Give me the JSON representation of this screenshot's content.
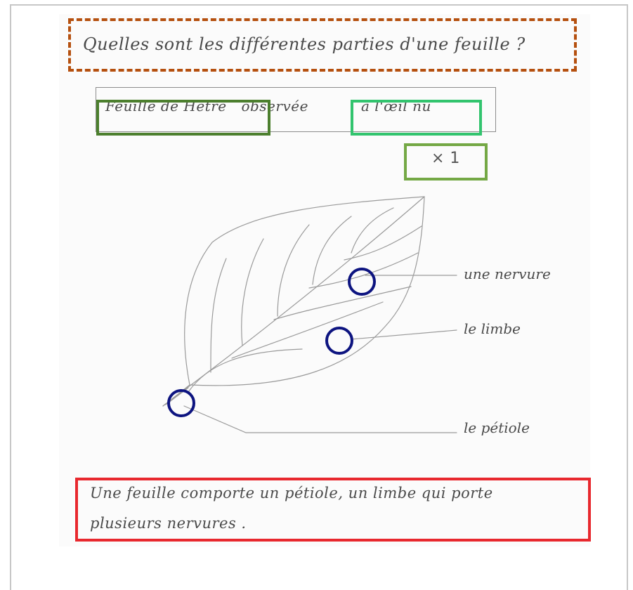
{
  "question": "Quelles sont les différentes parties d'une feuille ?",
  "caption": {
    "subject": "Feuille de Hêtre",
    "observed": "observée",
    "method": "à l'œil nu",
    "magnification": "× 1"
  },
  "labels": {
    "vein": "une nervure",
    "blade": "le limbe",
    "petiole": "le pétiole"
  },
  "summary": {
    "line1": "Une feuille comporte un pétiole, un limbe qui porte",
    "line2": "plusieurs nervures ."
  },
  "colors": {
    "question_box": "#b5500f",
    "subject_box": "#4c7f2e",
    "method_box": "#32c46e",
    "magnification_box": "#74a845",
    "summary_box": "#e8282e",
    "markers": "#0d1480"
  }
}
